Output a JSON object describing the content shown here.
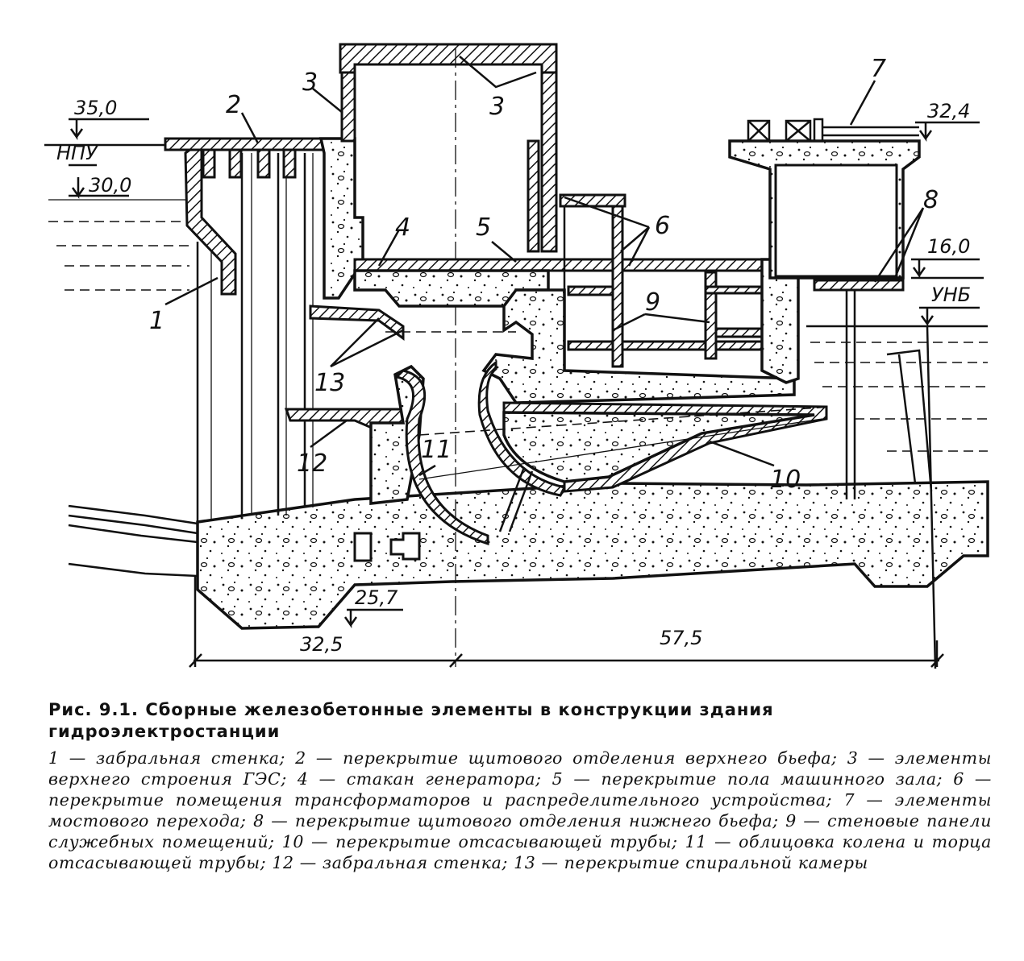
{
  "diagram": {
    "levels": {
      "top_headwater": "35,0",
      "npu": "НПУ",
      "level_30": "30,0",
      "level_32_4": "32,4",
      "level_16": "16,0",
      "unb": "УНБ",
      "foundation": "25,7"
    },
    "dimensions": {
      "left": "32,5",
      "right": "57,5"
    },
    "callouts": [
      "1",
      "2",
      "3",
      "3",
      "4",
      "5",
      "6",
      "7",
      "8",
      "9",
      "10",
      "11",
      "12",
      "13"
    ]
  },
  "caption": {
    "title": "Рис. 9.1. Сборные железобетонные элементы в конструкции здания гидроэлектростанции",
    "legend": "1 — забральная стенка; 2 — перекрытие щитового отделения верхнего бьефа; 3 — элементы верхнего строения ГЭС; 4 — стакан генератора; 5 — перекрытие пола машинного зала; 6 — перекрытие помещения трансформаторов и распределительного устройства; 7 — элементы мостового перехода; 8 — перекрытие щитового отделения нижнего бьефа; 9 — стеновые панели служебных помещений; 10 — перекрытие отсасывающей трубы; 11 — облицовка колена и торца отсасывающей трубы; 12 — забральная стенка; 13 — перекрытие спиральной камеры"
  }
}
